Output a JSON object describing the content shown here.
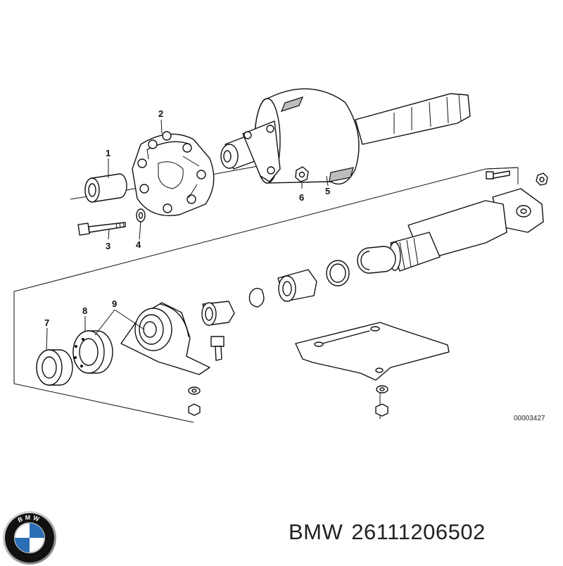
{
  "diagram": {
    "callouts": [
      "1",
      "2",
      "3",
      "4",
      "5",
      "6",
      "7",
      "8",
      "9"
    ],
    "drawing_code": "00003427"
  },
  "caption": {
    "brand": "BMW",
    "part_number": "26111206502"
  },
  "logo": {
    "letters": [
      "B",
      "M",
      "W"
    ],
    "colors": {
      "ring": "#111111",
      "blue": "#2a6fb5",
      "white": "#ffffff",
      "chrome": "#c9c9c9"
    }
  }
}
